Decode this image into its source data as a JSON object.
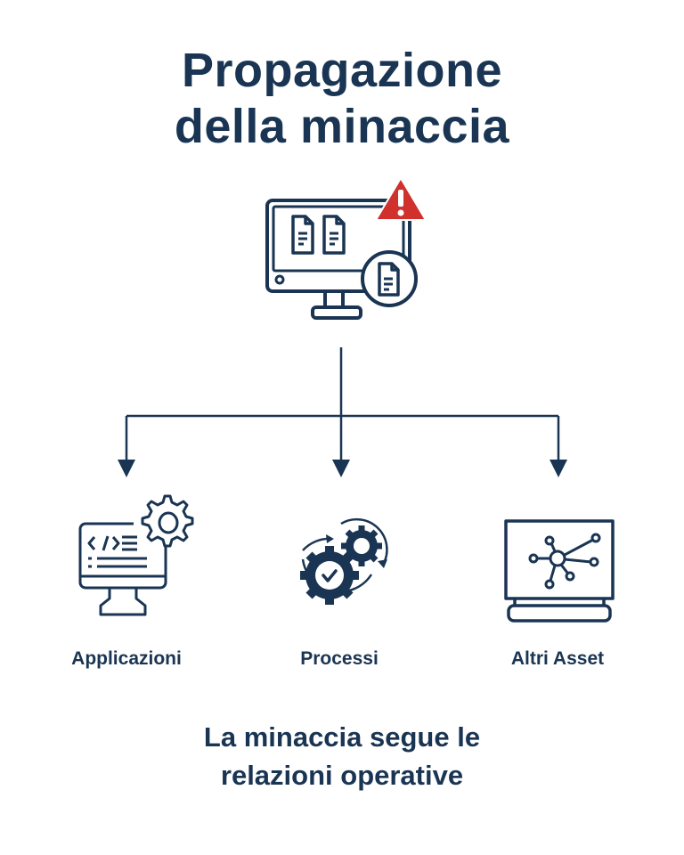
{
  "title": {
    "line1": "Propagazione",
    "line2": "della minaccia"
  },
  "source": {
    "icon": "monitor-documents-warning-icon"
  },
  "targets": [
    {
      "label": "Applicazioni",
      "icon": "monitor-code-gear-icon"
    },
    {
      "label": "Processi",
      "icon": "gears-cycle-check-icon"
    },
    {
      "label": "Altri Asset",
      "icon": "monitor-network-icon"
    }
  ],
  "footer": {
    "line1": "La minaccia segue le",
    "line2": "relazioni operative"
  },
  "colors": {
    "primary": "#1a3553",
    "alert": "#d0312d"
  }
}
